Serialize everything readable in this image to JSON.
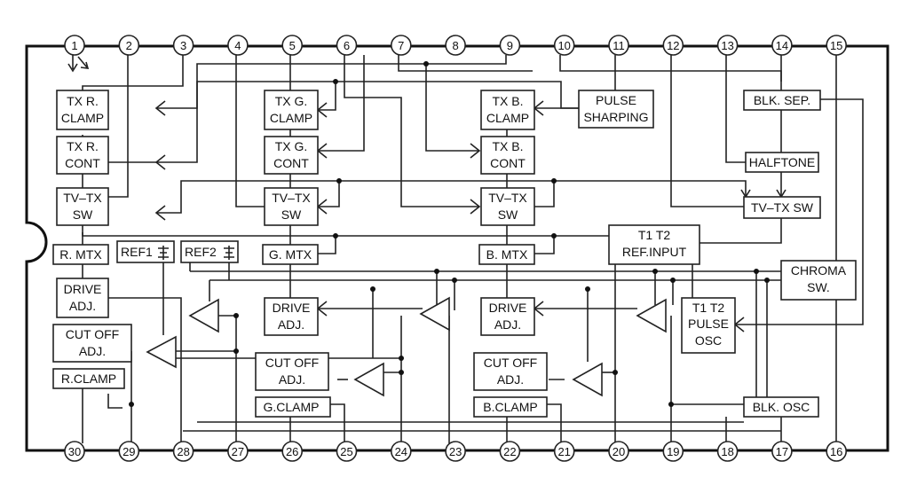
{
  "top_pins": [
    "1",
    "2",
    "3",
    "4",
    "5",
    "6",
    "7",
    "8",
    "9",
    "10",
    "11",
    "12",
    "13",
    "14",
    "15"
  ],
  "bottom_pins": [
    "30",
    "29",
    "28",
    "27",
    "26",
    "25",
    "24",
    "23",
    "22",
    "21",
    "20",
    "19",
    "18",
    "17",
    "16"
  ],
  "blocks": {
    "tx_r_clamp": [
      "TX R.",
      "CLAMP"
    ],
    "tx_r_cont": [
      "TX R.",
      "CONT"
    ],
    "tv_tx_sw_r": [
      "TV–TX",
      "SW"
    ],
    "r_mtx": [
      "R. MTX"
    ],
    "drive_adj_r": [
      "DRIVE",
      "ADJ."
    ],
    "cut_off_adj_r": [
      "CUT OFF",
      "ADJ."
    ],
    "r_clamp": [
      "R.CLAMP"
    ],
    "ref1": [
      "REF1"
    ],
    "ref2": [
      "REF2"
    ],
    "tx_g_clamp": [
      "TX G.",
      "CLAMP"
    ],
    "tx_g_cont": [
      "TX G.",
      "CONT"
    ],
    "tv_tx_sw_g": [
      "TV–TX",
      "SW"
    ],
    "g_mtx": [
      "G. MTX"
    ],
    "drive_adj_g": [
      "DRIVE",
      "ADJ."
    ],
    "cut_off_adj_g": [
      "CUT OFF",
      "ADJ."
    ],
    "g_clamp": [
      "G.CLAMP"
    ],
    "tx_b_clamp": [
      "TX B.",
      "CLAMP"
    ],
    "tx_b_cont": [
      "TX B.",
      "CONT"
    ],
    "tv_tx_sw_b": [
      "TV–TX",
      "SW"
    ],
    "b_mtx": [
      "B. MTX"
    ],
    "drive_adj_b": [
      "DRIVE",
      "ADJ."
    ],
    "cut_off_adj_b": [
      "CUT OFF",
      "ADJ."
    ],
    "b_clamp": [
      "B.CLAMP"
    ],
    "pulse_sharping": [
      "PULSE",
      "SHARPING"
    ],
    "blk_sep": [
      "BLK. SEP."
    ],
    "halftone": [
      "HALFTONE"
    ],
    "tv_tx_sw_right": [
      "TV–TX SW"
    ],
    "t1t2_ref_input": [
      "T1 T2",
      "REF.INPUT"
    ],
    "chroma_sw": [
      "CHROMA",
      "SW."
    ],
    "t1t2_pulse_osc": [
      "T1 T2",
      "PULSE",
      "OSC"
    ],
    "blk_osc": [
      "BLK. OSC"
    ]
  }
}
